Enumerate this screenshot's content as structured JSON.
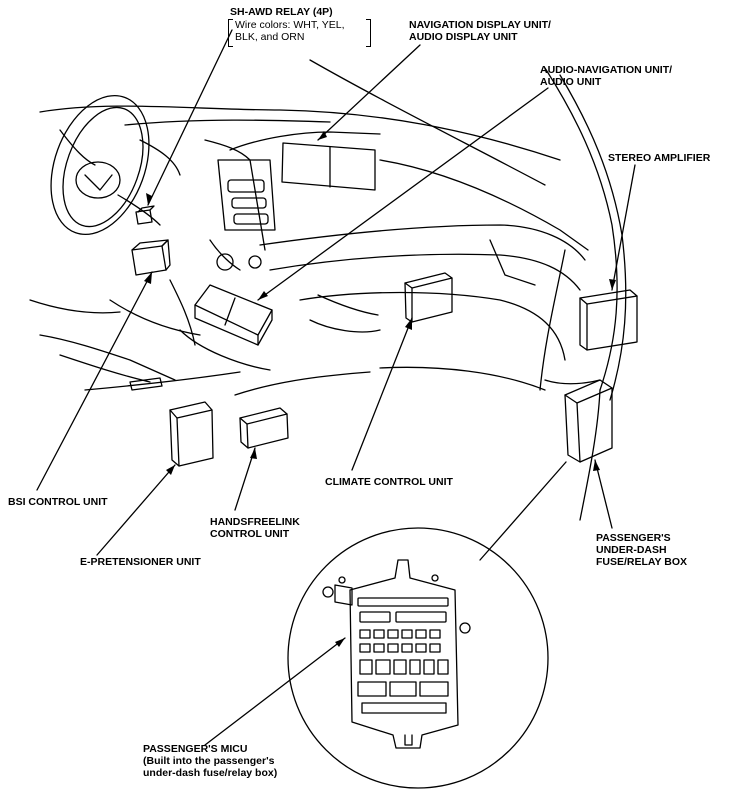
{
  "labels": {
    "sh_awd_relay": "SH-AWD RELAY (4P)",
    "sh_awd_wire_line1": "Wire colors: WHT, YEL,",
    "sh_awd_wire_line2": "BLK, and ORN",
    "nav_display_line1": "NAVIGATION DISPLAY UNIT/",
    "nav_display_line2": "AUDIO DISPLAY UNIT",
    "audio_nav_line1": "AUDIO-NAVIGATION UNIT/",
    "audio_nav_line2": "AUDIO UNIT",
    "stereo_amp": "STEREO AMPLIFIER",
    "climate": "CLIMATE CONTROL UNIT",
    "bsi": "BSI CONTROL UNIT",
    "handsfree_line1": "HANDSFREELINK",
    "handsfree_line2": "CONTROL UNIT",
    "epretensioner": "E-PRETENSIONER UNIT",
    "passenger_fuse_line1": "PASSENGER'S",
    "passenger_fuse_line2": "UNDER-DASH",
    "passenger_fuse_line3": "FUSE/RELAY BOX",
    "micu_line1": "PASSENGER'S MICU",
    "micu_line2": "(Built into the passenger's",
    "micu_line3": "under-dash fuse/relay box)"
  }
}
